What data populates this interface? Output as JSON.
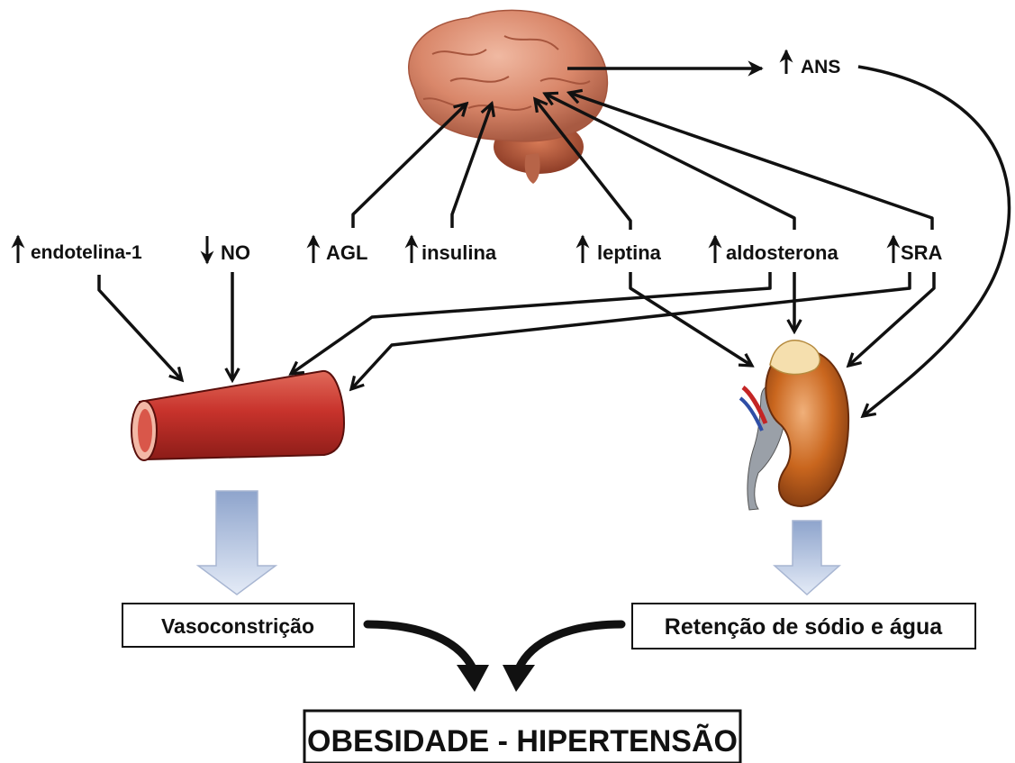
{
  "factors": {
    "ans": "ANS",
    "endotelina": "endotelina-1",
    "no": "NO",
    "agl": "AGL",
    "insulina": "insulina",
    "leptina": "leptina",
    "aldosterona": "aldosterona",
    "sra": "SRA"
  },
  "boxes": {
    "vasoconstricao": "Vasoconstrição",
    "retencao": "Retenção de sódio e água",
    "result": "OBESIDADE - HIPERTENSÃO"
  },
  "colors": {
    "brain": "#d9876a",
    "vessel": "#c8332c",
    "kidney": "#c9661e",
    "down_arrow": "#b8c8e6"
  }
}
